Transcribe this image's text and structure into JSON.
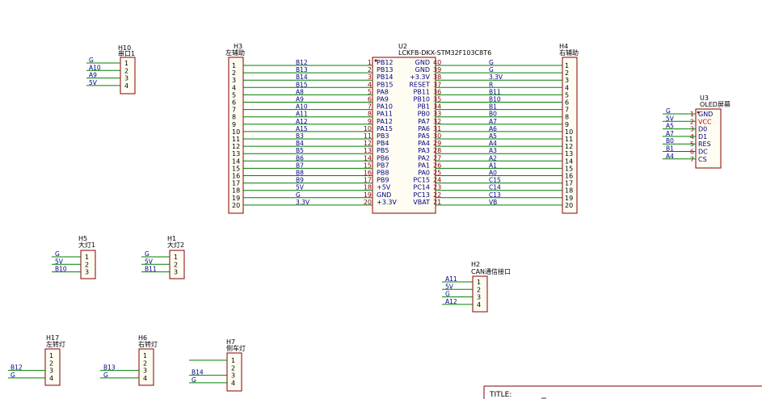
{
  "colors": {
    "wire": "#007f00",
    "body": "#840000",
    "fill": "#fffdf2",
    "label": "#000084",
    "pinnum": "#840000",
    "ref": "#000000",
    "title": "#840000",
    "vcc": "#c00000"
  },
  "u2": {
    "ref": "U2",
    "value": "LCKFB-DKX-STM32F103C8T6",
    "left_pins": [
      {
        "num": "1",
        "name": "PB12"
      },
      {
        "num": "2",
        "name": "PB13"
      },
      {
        "num": "3",
        "name": "PB14"
      },
      {
        "num": "4",
        "name": "PB15"
      },
      {
        "num": "5",
        "name": "PA8"
      },
      {
        "num": "6",
        "name": "PA9"
      },
      {
        "num": "7",
        "name": "PA10"
      },
      {
        "num": "8",
        "name": "PA11"
      },
      {
        "num": "9",
        "name": "PA12"
      },
      {
        "num": "10",
        "name": "PA15"
      },
      {
        "num": "11",
        "name": "PB3"
      },
      {
        "num": "12",
        "name": "PB4"
      },
      {
        "num": "13",
        "name": "PB5"
      },
      {
        "num": "14",
        "name": "PB6"
      },
      {
        "num": "15",
        "name": "PB7"
      },
      {
        "num": "16",
        "name": "PB8"
      },
      {
        "num": "17",
        "name": "PB9"
      },
      {
        "num": "18",
        "name": "+5V"
      },
      {
        "num": "19",
        "name": "GND"
      },
      {
        "num": "20",
        "name": "+3.3V"
      }
    ],
    "right_pins": [
      {
        "num": "40",
        "name": "GND"
      },
      {
        "num": "39",
        "name": "GND"
      },
      {
        "num": "38",
        "name": "+3.3V"
      },
      {
        "num": "37",
        "name": "RESET"
      },
      {
        "num": "36",
        "name": "PB11"
      },
      {
        "num": "35",
        "name": "PB10"
      },
      {
        "num": "34",
        "name": "PB1"
      },
      {
        "num": "33",
        "name": "PB0"
      },
      {
        "num": "32",
        "name": "PA7"
      },
      {
        "num": "31",
        "name": "PA6"
      },
      {
        "num": "30",
        "name": "PA5"
      },
      {
        "num": "29",
        "name": "PA4"
      },
      {
        "num": "28",
        "name": "PA3"
      },
      {
        "num": "27",
        "name": "PA2"
      },
      {
        "num": "26",
        "name": "PA1"
      },
      {
        "num": "25",
        "name": "PA0"
      },
      {
        "num": "24",
        "name": "PC15"
      },
      {
        "num": "23",
        "name": "PC14"
      },
      {
        "num": "22",
        "name": "PC13"
      },
      {
        "num": "21",
        "name": "VBAT"
      }
    ]
  },
  "h3": {
    "ref": "H3",
    "value": "左辅助",
    "pins": [
      "1",
      "2",
      "3",
      "4",
      "5",
      "6",
      "7",
      "8",
      "9",
      "10",
      "11",
      "12",
      "13",
      "14",
      "15",
      "16",
      "17",
      "18",
      "19",
      "20"
    ],
    "nets": [
      "B12",
      "B13",
      "B14",
      "B15",
      "A8",
      "A9",
      "A10",
      "A11",
      "A12",
      "A15",
      "B3",
      "B4",
      "B5",
      "B6",
      "B7",
      "B8",
      "B9",
      "5V",
      "G",
      "3.3V"
    ]
  },
  "h4": {
    "ref": "H4",
    "value": "右辅助",
    "pins": [
      "1",
      "2",
      "3",
      "4",
      "5",
      "6",
      "7",
      "8",
      "9",
      "10",
      "11",
      "12",
      "13",
      "14",
      "15",
      "16",
      "17",
      "18",
      "19",
      "20"
    ],
    "nets": [
      "G",
      "G",
      "3.3V",
      "R",
      "B11",
      "B10",
      "B1",
      "B0",
      "A7",
      "A6",
      "A5",
      "A4",
      "A3",
      "A2",
      "A1",
      "A0",
      "C15",
      "C14",
      "C13",
      "VB"
    ]
  },
  "h10": {
    "ref": "H10",
    "value": "串口1",
    "pins": [
      "1",
      "2",
      "3",
      "4"
    ],
    "nets": [
      "G",
      "A10",
      "A9",
      "5V"
    ]
  },
  "u3": {
    "ref": "U3",
    "value": "OLED屏幕",
    "pins": [
      {
        "num": "1",
        "name": "GND"
      },
      {
        "num": "2",
        "name": "VCC"
      },
      {
        "num": "3",
        "name": "D0"
      },
      {
        "num": "4",
        "name": "D1"
      },
      {
        "num": "5",
        "name": "RES"
      },
      {
        "num": "6",
        "name": "DC"
      },
      {
        "num": "7",
        "name": "CS"
      }
    ],
    "nets": [
      "G",
      "5V",
      "A5",
      "A7",
      "B0",
      "B1",
      "A4"
    ]
  },
  "h5": {
    "ref": "H5",
    "value": "大灯1",
    "pins": [
      "1",
      "2",
      "3"
    ],
    "nets": [
      "G",
      "5V",
      "B10"
    ]
  },
  "h1": {
    "ref": "H1",
    "value": "大灯2",
    "pins": [
      "1",
      "2",
      "3"
    ],
    "nets": [
      "G",
      "5V",
      "B11"
    ]
  },
  "h2": {
    "ref": "H2",
    "value": "CAN通信接口",
    "pins": [
      "1",
      "2",
      "3",
      "4"
    ],
    "nets": [
      "A11",
      "5V",
      "G",
      "A12"
    ]
  },
  "h17": {
    "ref": "H17",
    "value": "左转灯",
    "pins": [
      "1",
      "2",
      "3",
      "4"
    ],
    "nets": [
      "",
      "",
      "B12",
      "G"
    ]
  },
  "h6": {
    "ref": "H6",
    "value": "右转灯",
    "pins": [
      "1",
      "2",
      "3",
      "4"
    ],
    "nets": [
      "",
      "",
      "B13",
      "G"
    ]
  },
  "h7": {
    "ref": "H7",
    "value": "侧车灯",
    "pins": [
      "1",
      "2",
      "3",
      "4"
    ],
    "nets": [
      "",
      "",
      "B14",
      "G"
    ]
  },
  "title_block": {
    "title_label": "TITLE:"
  }
}
